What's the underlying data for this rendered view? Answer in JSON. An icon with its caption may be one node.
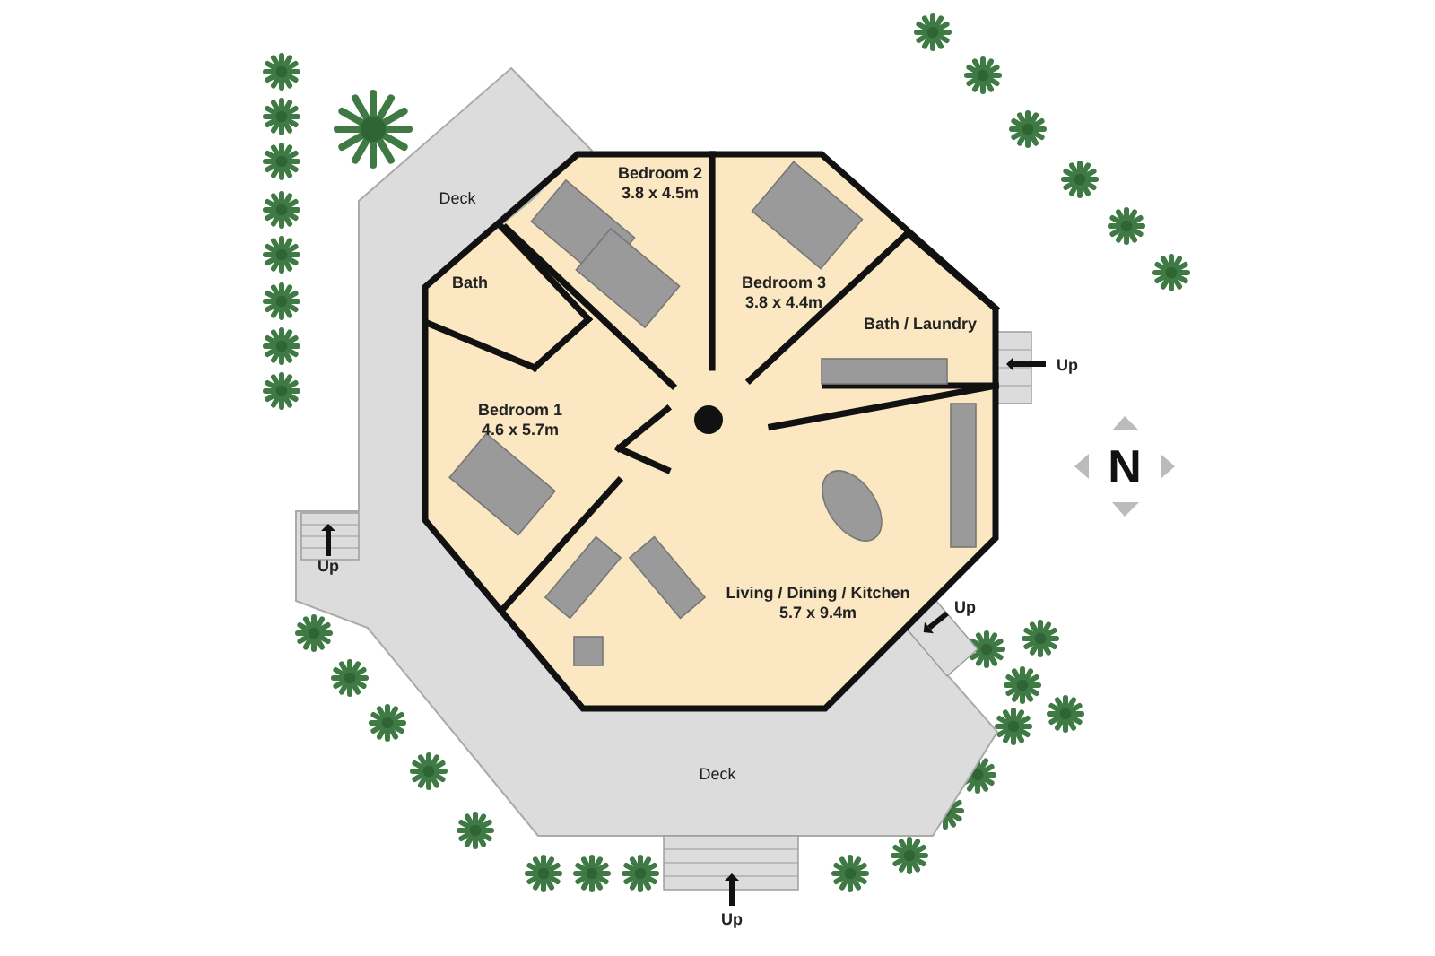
{
  "diagram": {
    "nodes": [
      {
        "text": [
          "Deck",
          "Deck"
        ]
      },
      {
        "text": [
          "Bedroom 2",
          "3.8 x 4.5m"
        ]
      },
      {
        "text": [
          "Bath"
        ]
      },
      {
        "text": [
          "Bedroom 3",
          "3.8 x 4.4m"
        ]
      },
      {
        "text": [
          "Bath / Laundry"
        ]
      },
      {
        "text": [
          "Bedroom 1",
          "4.6 x 5.7m"
        ]
      },
      {
        "text": [
          "Living / Dining / Kitchen",
          "5.7 x 9.4m"
        ]
      }
    ],
    "labels": [
      "Up",
      "N",
      "Up",
      "Up",
      "Up"
    ]
  }
}
